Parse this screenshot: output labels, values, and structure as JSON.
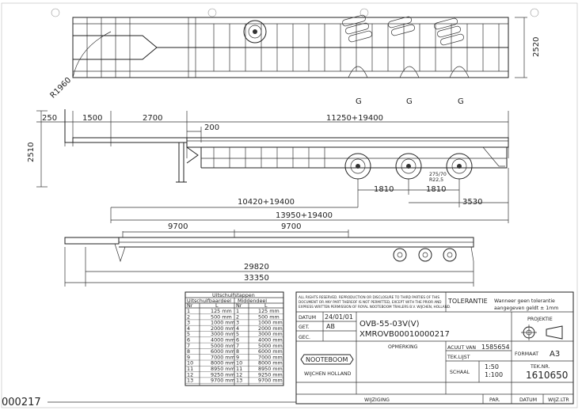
{
  "top_view": {
    "radius_label": "R1960",
    "height_label": "2520",
    "axle_labels": [
      "G",
      "G",
      "G"
    ]
  },
  "side_view": {
    "dims": {
      "d250": "250",
      "d1500": "1500",
      "d2700": "2700",
      "d200": "200",
      "d11250": "11250+19400",
      "d2510": "2510",
      "d1810a": "1810",
      "d1810b": "1810",
      "d3530": "3530",
      "d10420": "10420+19400",
      "d13950": "13950+19400",
      "tyre_size_1": "275/70",
      "tyre_size_2": "R22,5"
    }
  },
  "ext_view": {
    "dims": {
      "d9700a": "9700",
      "d9700b": "9700",
      "d29820": "29820",
      "d33350": "33350"
    }
  },
  "ext_table": {
    "title": "Uitschuifstappen",
    "col_left": "Uitschuifbaardeel",
    "col_right": "Middendeel",
    "sub_nr": "Nr",
    "sub_l": "L",
    "rows": [
      [
        "1",
        "125 mm",
        "1",
        "125 mm"
      ],
      [
        "2",
        "500 mm",
        "2",
        "500 mm"
      ],
      [
        "3",
        "1000 mm",
        "3",
        "1000 mm"
      ],
      [
        "4",
        "2000 mm",
        "4",
        "2000 mm"
      ],
      [
        "5",
        "3000 mm",
        "5",
        "3000 mm"
      ],
      [
        "6",
        "4000 mm",
        "6",
        "4000 mm"
      ],
      [
        "7",
        "5000 mm",
        "7",
        "5000 mm"
      ],
      [
        "8",
        "6000 mm",
        "8",
        "6000 mm"
      ],
      [
        "9",
        "7000 mm",
        "9",
        "7000 mm"
      ],
      [
        "10",
        "8000 mm",
        "10",
        "8000 mm"
      ],
      [
        "11",
        "8950 mm",
        "11",
        "8950 mm"
      ],
      [
        "12",
        "9250 mm",
        "12",
        "9250 mm"
      ],
      [
        "13",
        "9700 mm",
        "13",
        "9700 mm"
      ]
    ]
  },
  "title_block": {
    "rights_1": "ALL RIGHTS RESERVED. REPRODUCTION OR DISCLOSURE TO THIRD PARTIES OF THIS",
    "rights_2": "DOCUMENT OR ANY PART THEREOF IS NOT PERMITTED, EXCEPT WITH THE PRIOR AND",
    "rights_3": "EXPRESS WRITTEN PERMISSION OF ROYAL NOOTEBOOM TRAILERS B.V. WIJCHEN, HOLLAND.",
    "tolerantie": "TOLERANTIE",
    "tol_text_1": "Wanneer geen tolerantie",
    "tol_text_2": "aangegeven geldt ± 1mm",
    "datum_label": "DATUM",
    "datum_value": "24/01/01",
    "get_label": "GET.",
    "get_value": "AB",
    "gec_label": "GEC.",
    "drawing_name_1": "OVB-55-03V(V)",
    "drawing_name_2": "XMROVB00010000217",
    "projektie": "PROJEKTIE",
    "logo": "NOOTEBOOM",
    "city": "WIJCHEN   HOLLAND",
    "opmerking": "OPMERKING",
    "acuut_label": "ACUUT VAN",
    "acuut_value": "1585654",
    "tek_lijst": "TEK.LIJST",
    "schaal_label": "SCHAAL",
    "schaal_1": "1:50",
    "schaal_2": "1:100",
    "formaat_label": "FORMAAT",
    "formaat_value": "A3",
    "tek_nr_label": "TEK.NR.",
    "tek_nr_value": "1610650",
    "wijziging": "WIJZIGING",
    "par": "PAR.",
    "datum2": "DATUM",
    "wijz_ltr": "WIJZ.LTR"
  },
  "footer_code": "000217"
}
